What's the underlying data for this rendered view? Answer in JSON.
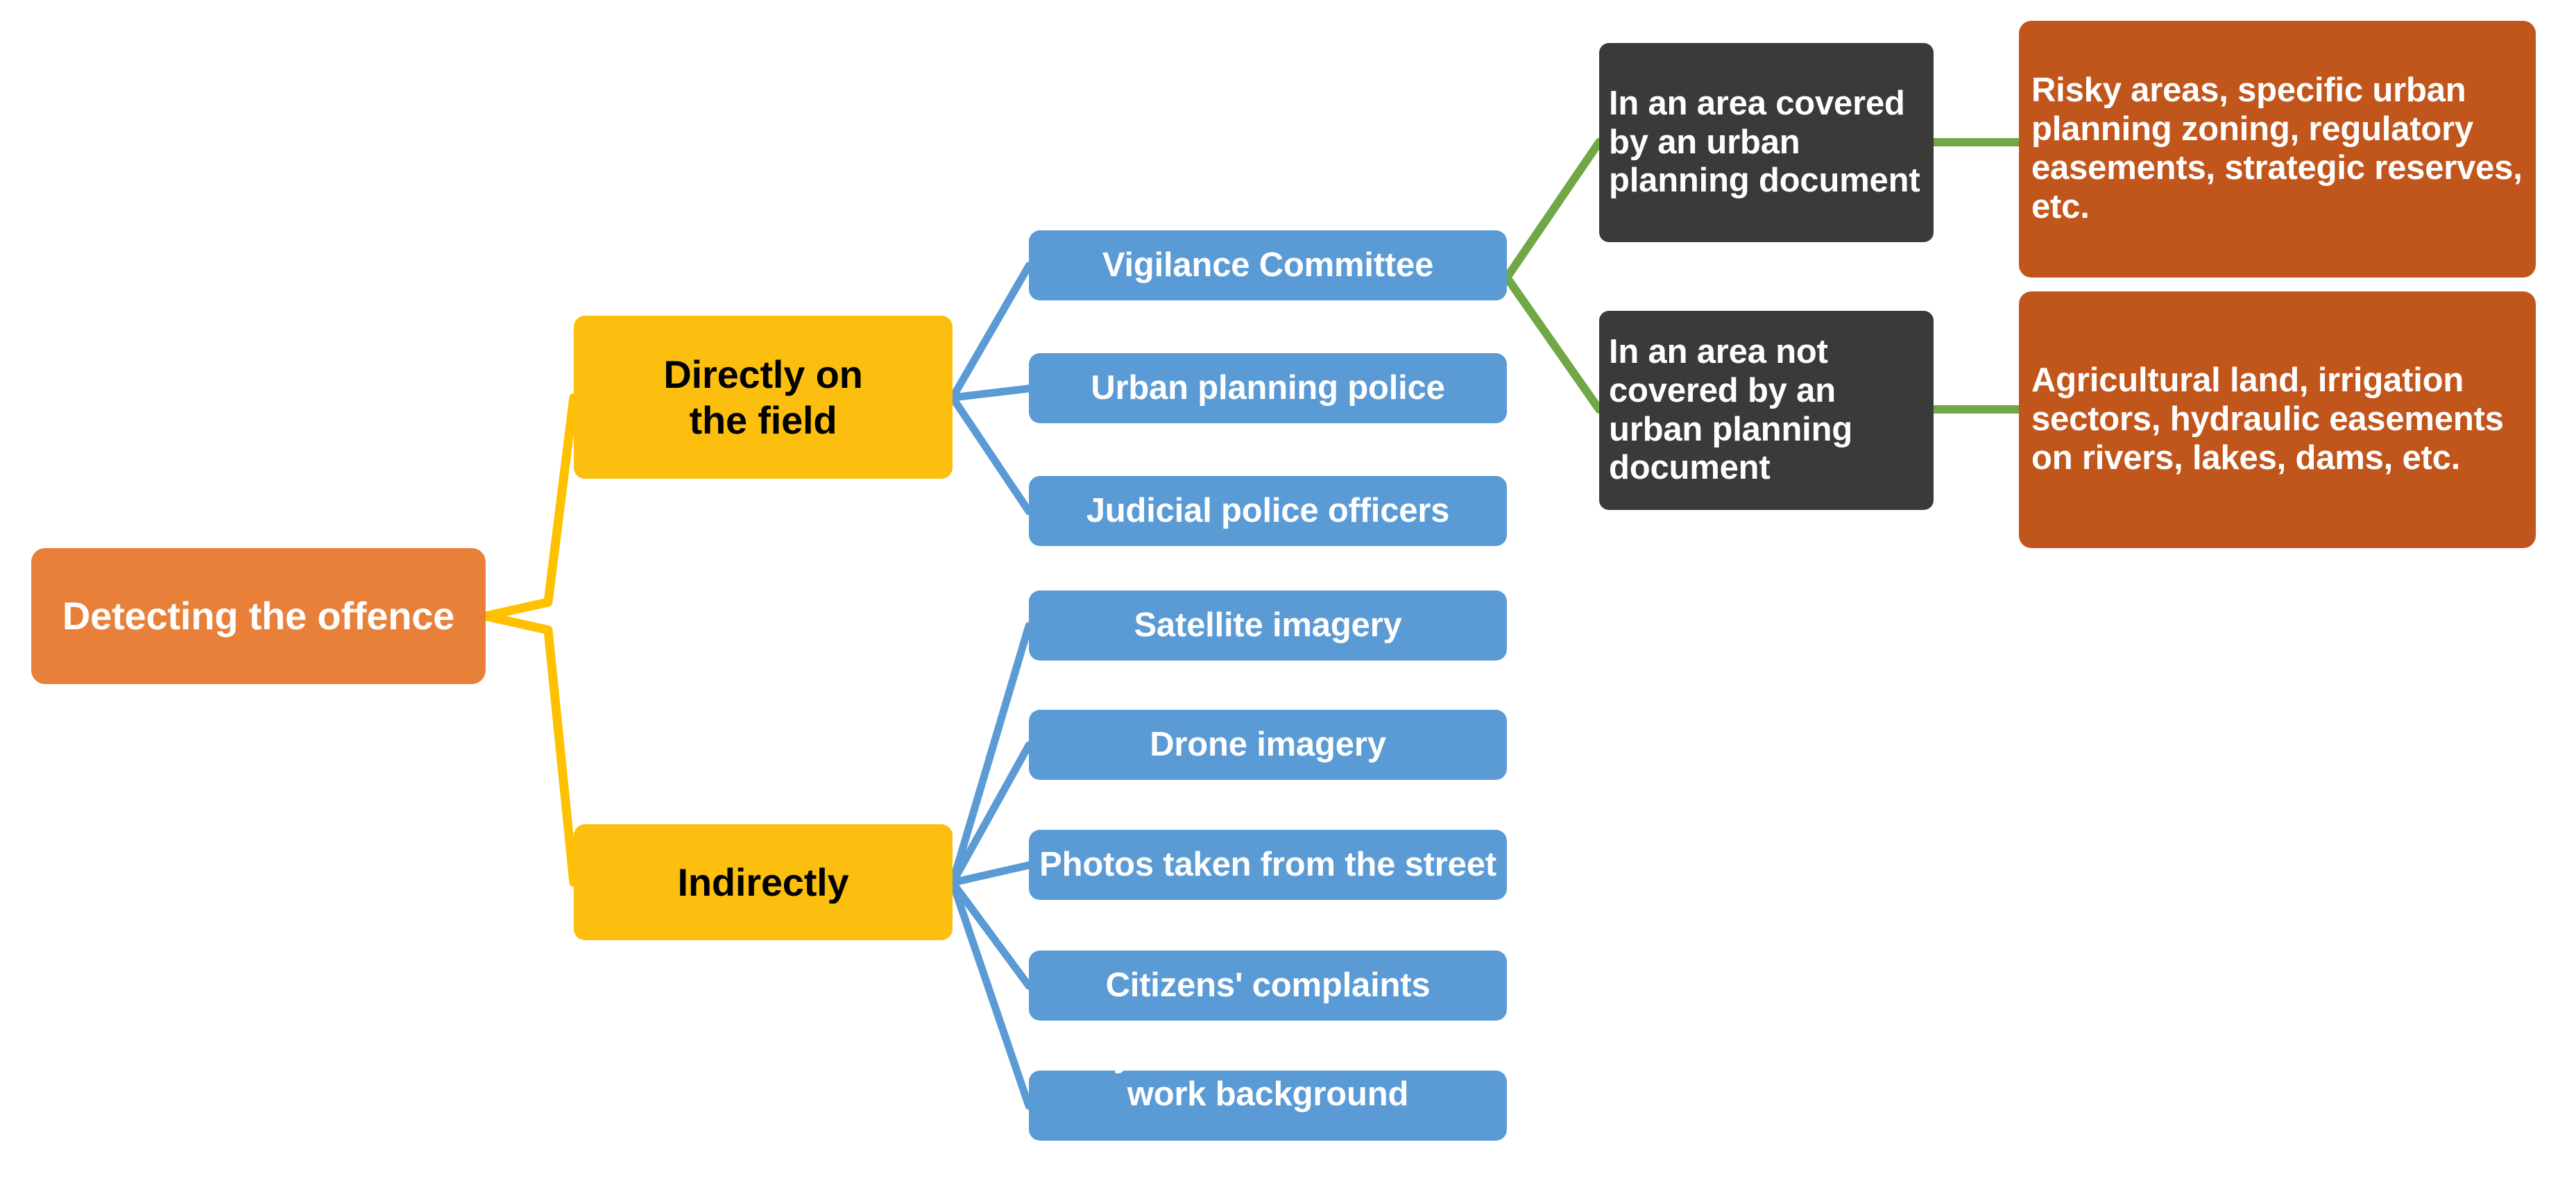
{
  "diagram": {
    "title": "Detecting the offence",
    "type": "mind-map",
    "colors": {
      "root": "#E8803A",
      "branch": "#FCBF10",
      "leaf": "#5B9BD5",
      "dark": "#3A3A38",
      "detail": "#C1561D",
      "connector_root": "#FFC000",
      "connector_leaf": "#5B9BD5",
      "connector_green": "#6FA845",
      "background": "#FFFFFF"
    },
    "root": {
      "label": "Detecting the offence"
    },
    "branches": [
      {
        "label": "Directly on\nthe field"
      },
      {
        "label": "Indirectly"
      }
    ],
    "leaves_direct": [
      {
        "label": "Vigilance Committee"
      },
      {
        "label": "Urban planning police"
      },
      {
        "label": "Judicial police officers"
      }
    ],
    "leaves_indirect": [
      {
        "label": "Satellite imagery"
      },
      {
        "label": "Drone imagery"
      },
      {
        "label": "Photos taken from the street"
      },
      {
        "label": "Citizens' complaints"
      },
      {
        "label": "Any reliable and credible work background"
      }
    ],
    "areas": [
      {
        "label": "In an area covered by an urban planning document"
      },
      {
        "label": "In an area not covered by an urban planning document"
      }
    ],
    "details": [
      {
        "label": "Risky areas, specific urban planning zoning, regulatory easements, strategic reserves, etc."
      },
      {
        "label": "Agricultural land, irrigation sectors, hydraulic easements on rivers, lakes, dams, etc."
      }
    ]
  }
}
